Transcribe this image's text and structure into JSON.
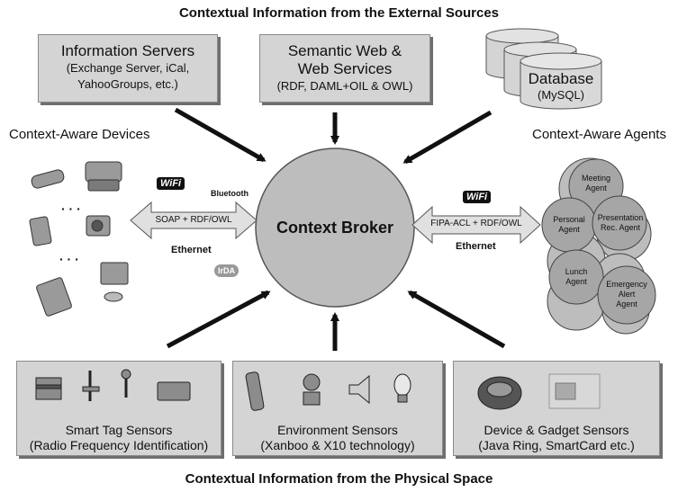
{
  "titles": {
    "top": "Contextual Information from the External Sources",
    "bottom": "Contextual Information from the Physical Space"
  },
  "sources": {
    "info_servers": {
      "line1": "Information Servers",
      "line2": "(Exchange Server, iCal,",
      "line3": "YahooGroups, etc.)"
    },
    "semantic_web": {
      "line1": "Semantic Web &",
      "line2": "Web Services",
      "line3": "(RDF, DAML+OIL & OWL)"
    },
    "database": {
      "line1": "Database",
      "line2": "(MySQL)"
    }
  },
  "broker": {
    "label": "Context Broker"
  },
  "devices": {
    "label": "Context-Aware Devices",
    "ellipsis": "· · ·",
    "protocol": "SOAP + RDF/OWL",
    "ethernet": "Ethernet",
    "wifi": "WiFi",
    "bluetooth": "Bluetooth",
    "irda": "IrDA"
  },
  "agents": {
    "label": "Context-Aware Agents",
    "protocol": "FIPA-ACL + RDF/OWL",
    "ethernet": "Ethernet",
    "wifi": "WiFi",
    "items": [
      {
        "name": "Meeting\nAgent"
      },
      {
        "name": "Personal\nAgent"
      },
      {
        "name": "Presentation\nRec. Agent"
      },
      {
        "name": "Lunch\nAgent"
      },
      {
        "name": "Emergency\nAlert\nAgent"
      }
    ]
  },
  "sensors": {
    "smart_tag": {
      "line1": "Smart Tag Sensors",
      "line2": "(Radio Frequency Identification)"
    },
    "environment": {
      "line1": "Environment Sensors",
      "line2": "(Xanboo & X10 technology)"
    },
    "device_gadget": {
      "line1": "Device & Gadget Sensors",
      "line2": "(Java Ring, SmartCard etc.)"
    }
  }
}
